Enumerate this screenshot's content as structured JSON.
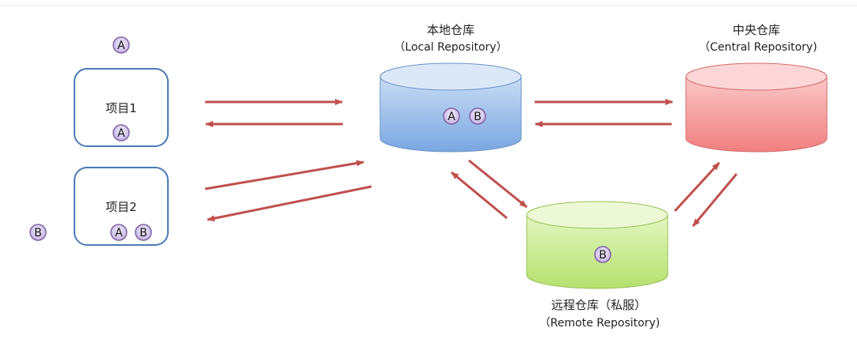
{
  "colors": {
    "arrow": "#c0504d",
    "project_border": "#4a7ab5",
    "local_repo": "#8fb7e8",
    "central_repo": "#f49a9a",
    "remote_repo": "#c9ec8e",
    "badge_fill": "#d9cdf0",
    "badge_stroke": "#8064a2"
  },
  "projects": [
    {
      "label": "项目1",
      "badges": [
        "A"
      ]
    },
    {
      "label": "项目2",
      "badges": [
        "A",
        "B"
      ]
    }
  ],
  "floating_badges": {
    "top": "A",
    "left": "B"
  },
  "repositories": {
    "local": {
      "title": "本地仓库",
      "subtitle": "（Local Repository）",
      "badges": [
        "A",
        "B"
      ]
    },
    "central": {
      "title": "中央仓库",
      "subtitle": "（Central Repository)"
    },
    "remote": {
      "title": "远程仓库（私服）",
      "subtitle": "（Remote Repository)",
      "badges": [
        "B"
      ]
    }
  }
}
